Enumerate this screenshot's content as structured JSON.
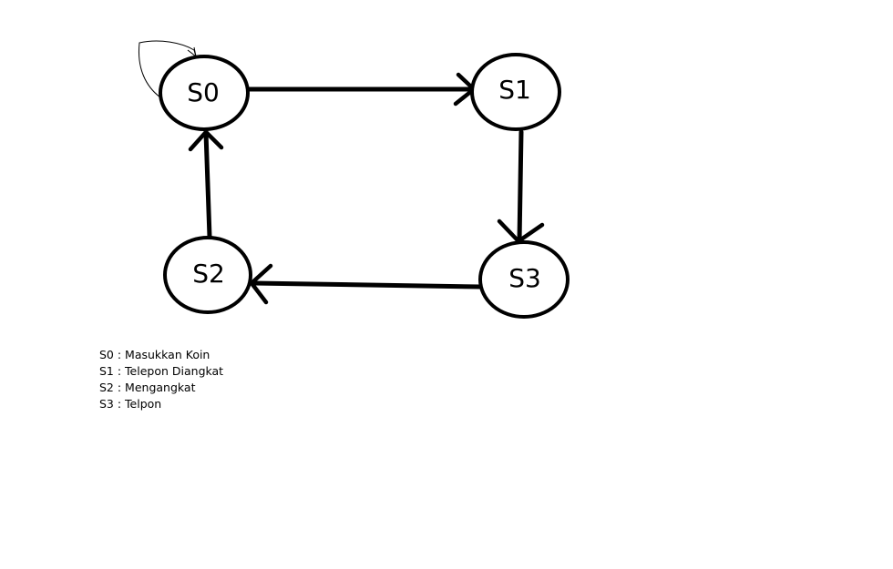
{
  "diagram": {
    "states": [
      {
        "id": "S0",
        "label": "S0"
      },
      {
        "id": "S1",
        "label": "S1"
      },
      {
        "id": "S2",
        "label": "S2"
      },
      {
        "id": "S3",
        "label": "S3"
      }
    ],
    "transitions": [
      {
        "from": "S0",
        "to": "S0",
        "style": "thin"
      },
      {
        "from": "S0",
        "to": "S1",
        "style": "thick"
      },
      {
        "from": "S1",
        "to": "S3",
        "style": "thick"
      },
      {
        "from": "S3",
        "to": "S2",
        "style": "thick"
      },
      {
        "from": "S2",
        "to": "S0",
        "style": "thick"
      }
    ]
  },
  "legend": [
    {
      "text": "S0 : Masukkan Koin"
    },
    {
      "text": "S1 : Telepon Diangkat"
    },
    {
      "text": "S2 : Mengangkat"
    },
    {
      "text": "S3 : Telpon"
    }
  ],
  "colors": {
    "stroke": "#000000",
    "background": "#ffffff"
  }
}
